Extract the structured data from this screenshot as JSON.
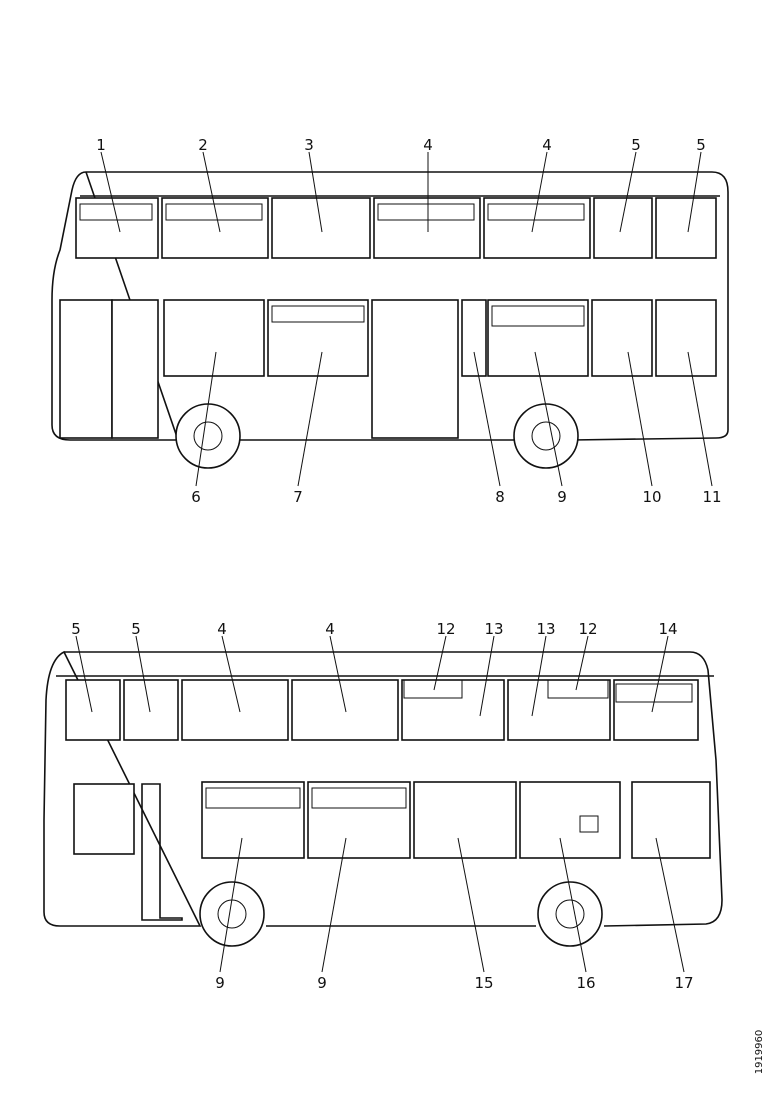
{
  "side_a": {
    "top_labels": [
      "1",
      "2",
      "3",
      "4",
      "4",
      "5",
      "5"
    ],
    "bottom_labels": [
      "6",
      "7",
      "8",
      "9",
      "10",
      "11"
    ]
  },
  "side_b": {
    "top_labels": [
      "5",
      "5",
      "4",
      "4",
      "12",
      "13",
      "13",
      "12",
      "14"
    ],
    "bottom_labels": [
      "9",
      "9",
      "15",
      "16",
      "17"
    ]
  },
  "reference": "1919960"
}
